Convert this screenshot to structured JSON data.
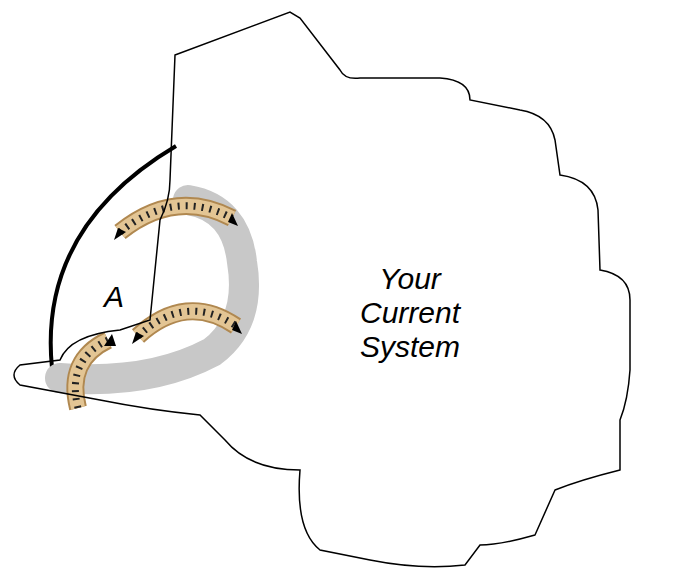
{
  "diagram": {
    "nodes": [
      {
        "text": [
          "Your Current System"
        ]
      },
      {
        "text": [
          "A"
        ],
        "in": 0
      }
    ]
  }
}
